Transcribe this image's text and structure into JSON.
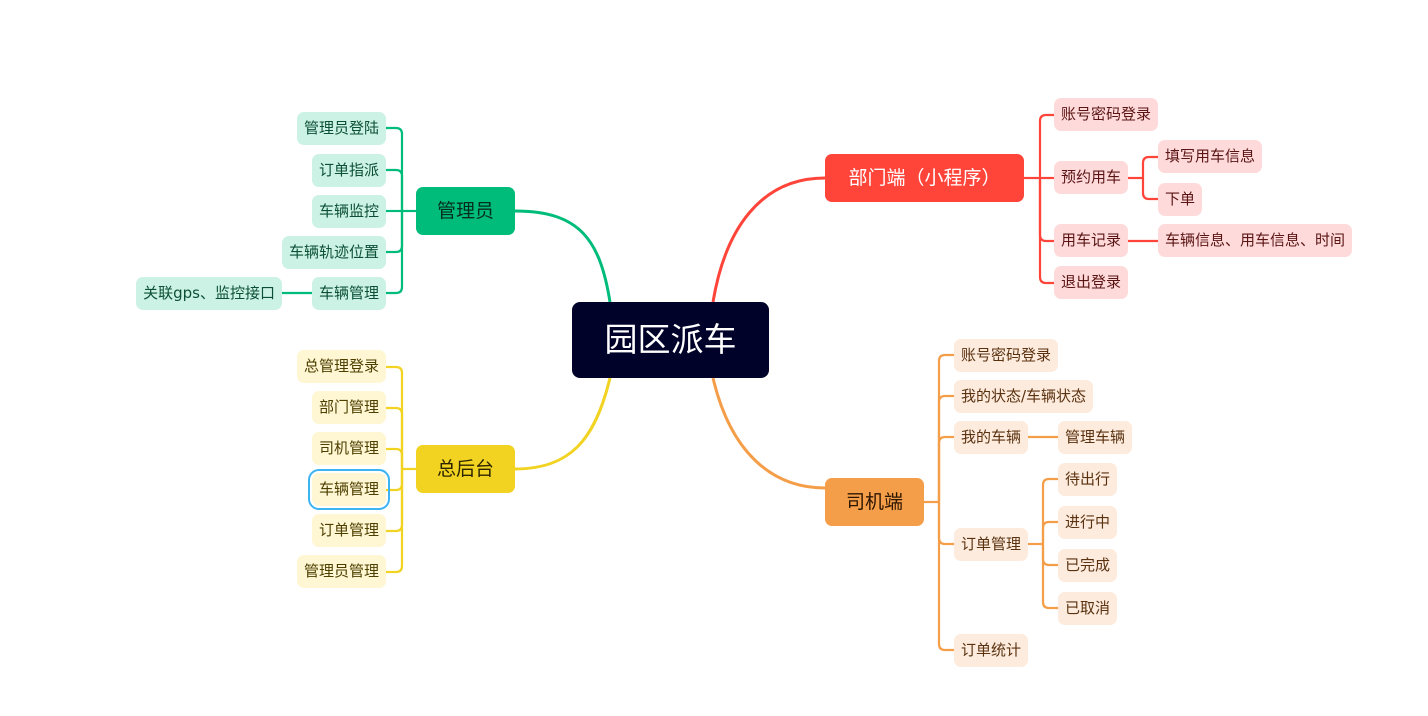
{
  "root": "园区派车",
  "colors": {
    "green": "#00BC7B",
    "red": "#FF443A",
    "yellow": "#F2D322",
    "orange": "#F59E4A",
    "center": "#000229",
    "selection": "#3DB4F2"
  },
  "admin": {
    "label": "管理员",
    "items": [
      "管理员登陆",
      "订单指派",
      "车辆监控",
      "车辆轨迹位置",
      "车辆管理"
    ],
    "sub": "关联gps、监控接口"
  },
  "dept": {
    "label": "部门端（小程序）",
    "items": [
      "账号密码登录",
      "预约用车",
      "用车记录",
      "退出登录"
    ],
    "reserve_sub": [
      "填写用车信息",
      "下单"
    ],
    "record_sub": "车辆信息、用车信息、时间"
  },
  "backend": {
    "label": "总后台",
    "items": [
      "总管理登录",
      "部门管理",
      "司机管理",
      "车辆管理",
      "订单管理",
      "管理员管理"
    ]
  },
  "driver": {
    "label": "司机端",
    "items": [
      "账号密码登录",
      "我的状态/车辆状态",
      "我的车辆",
      "订单管理",
      "订单统计"
    ],
    "vehicle_sub": "管理车辆",
    "order_sub": [
      "待出行",
      "进行中",
      "已完成",
      "已取消"
    ]
  }
}
